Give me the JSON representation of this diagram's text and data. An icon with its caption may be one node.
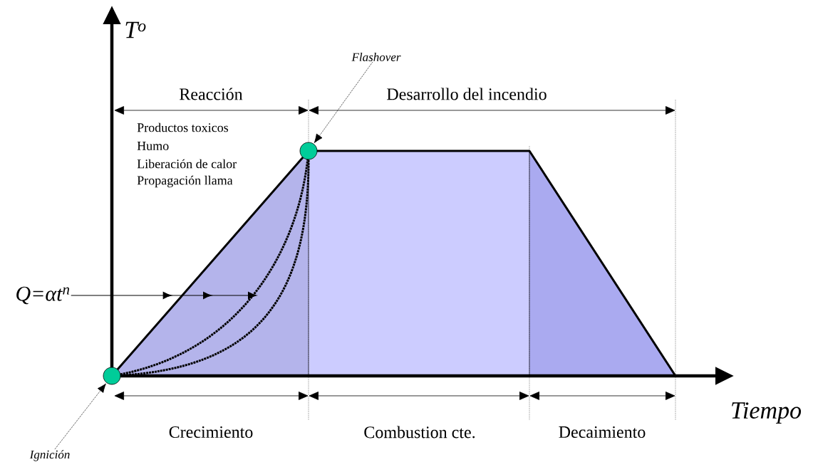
{
  "diagram": {
    "nodes": [
      {
        "text": [
          "Ignición"
        ]
      },
      {
        "text": [
          "Flashover"
        ]
      },
      {
        "text": [],
        "shape": "circle"
      },
      {
        "text": [],
        "shape": "circle"
      },
      {
        "text": [
          "Q=αt$^{n}$"
        ]
      }
    ],
    "edges": [
      {
        "from": 0,
        "to": 2,
        "arrow": "to",
        "style": "dashed"
      },
      {
        "from": 1,
        "to": 3,
        "arrow": "to",
        "style": "dashed"
      },
      {
        "from": 4,
        "to": null,
        "arrow": "to"
      }
    ],
    "labels": [
      "T$^{o}$",
      "Reacción",
      "Desarrollo del incendio",
      "Productos toxicos",
      "Humo",
      "Liberación de calor",
      "Propagación llama",
      "Tiempo",
      "Crecimiento",
      "Combustion cte.",
      "Decaimiento"
    ]
  }
}
